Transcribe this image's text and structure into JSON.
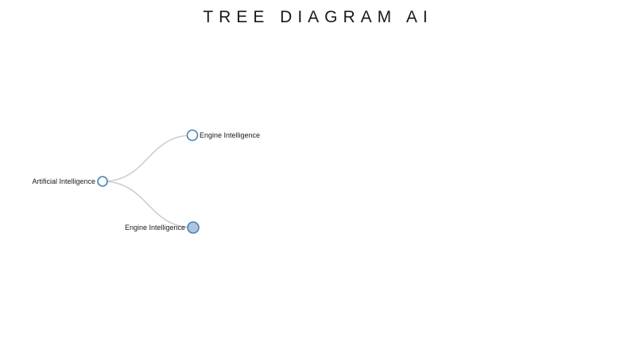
{
  "title": "TREE DIAGRAM AI",
  "colors": {
    "background": "#ffffff",
    "title_text": "#1a1a1a",
    "label_text": "#1a1a1a",
    "node_stroke": "#4682b4",
    "node_fill_expanded": "#ffffff",
    "node_fill_collapsed": "#b0c4de",
    "link_stroke": "#cccccc"
  },
  "tree": {
    "root": {
      "label": "Artificial Intelligence",
      "state": "expanded",
      "label_side": "left"
    },
    "children": [
      {
        "label": "Engine Intelligence",
        "state": "leaf",
        "label_side": "right"
      },
      {
        "label": "Engine Intelligence",
        "state": "collapsed",
        "label_side": "left"
      }
    ]
  }
}
